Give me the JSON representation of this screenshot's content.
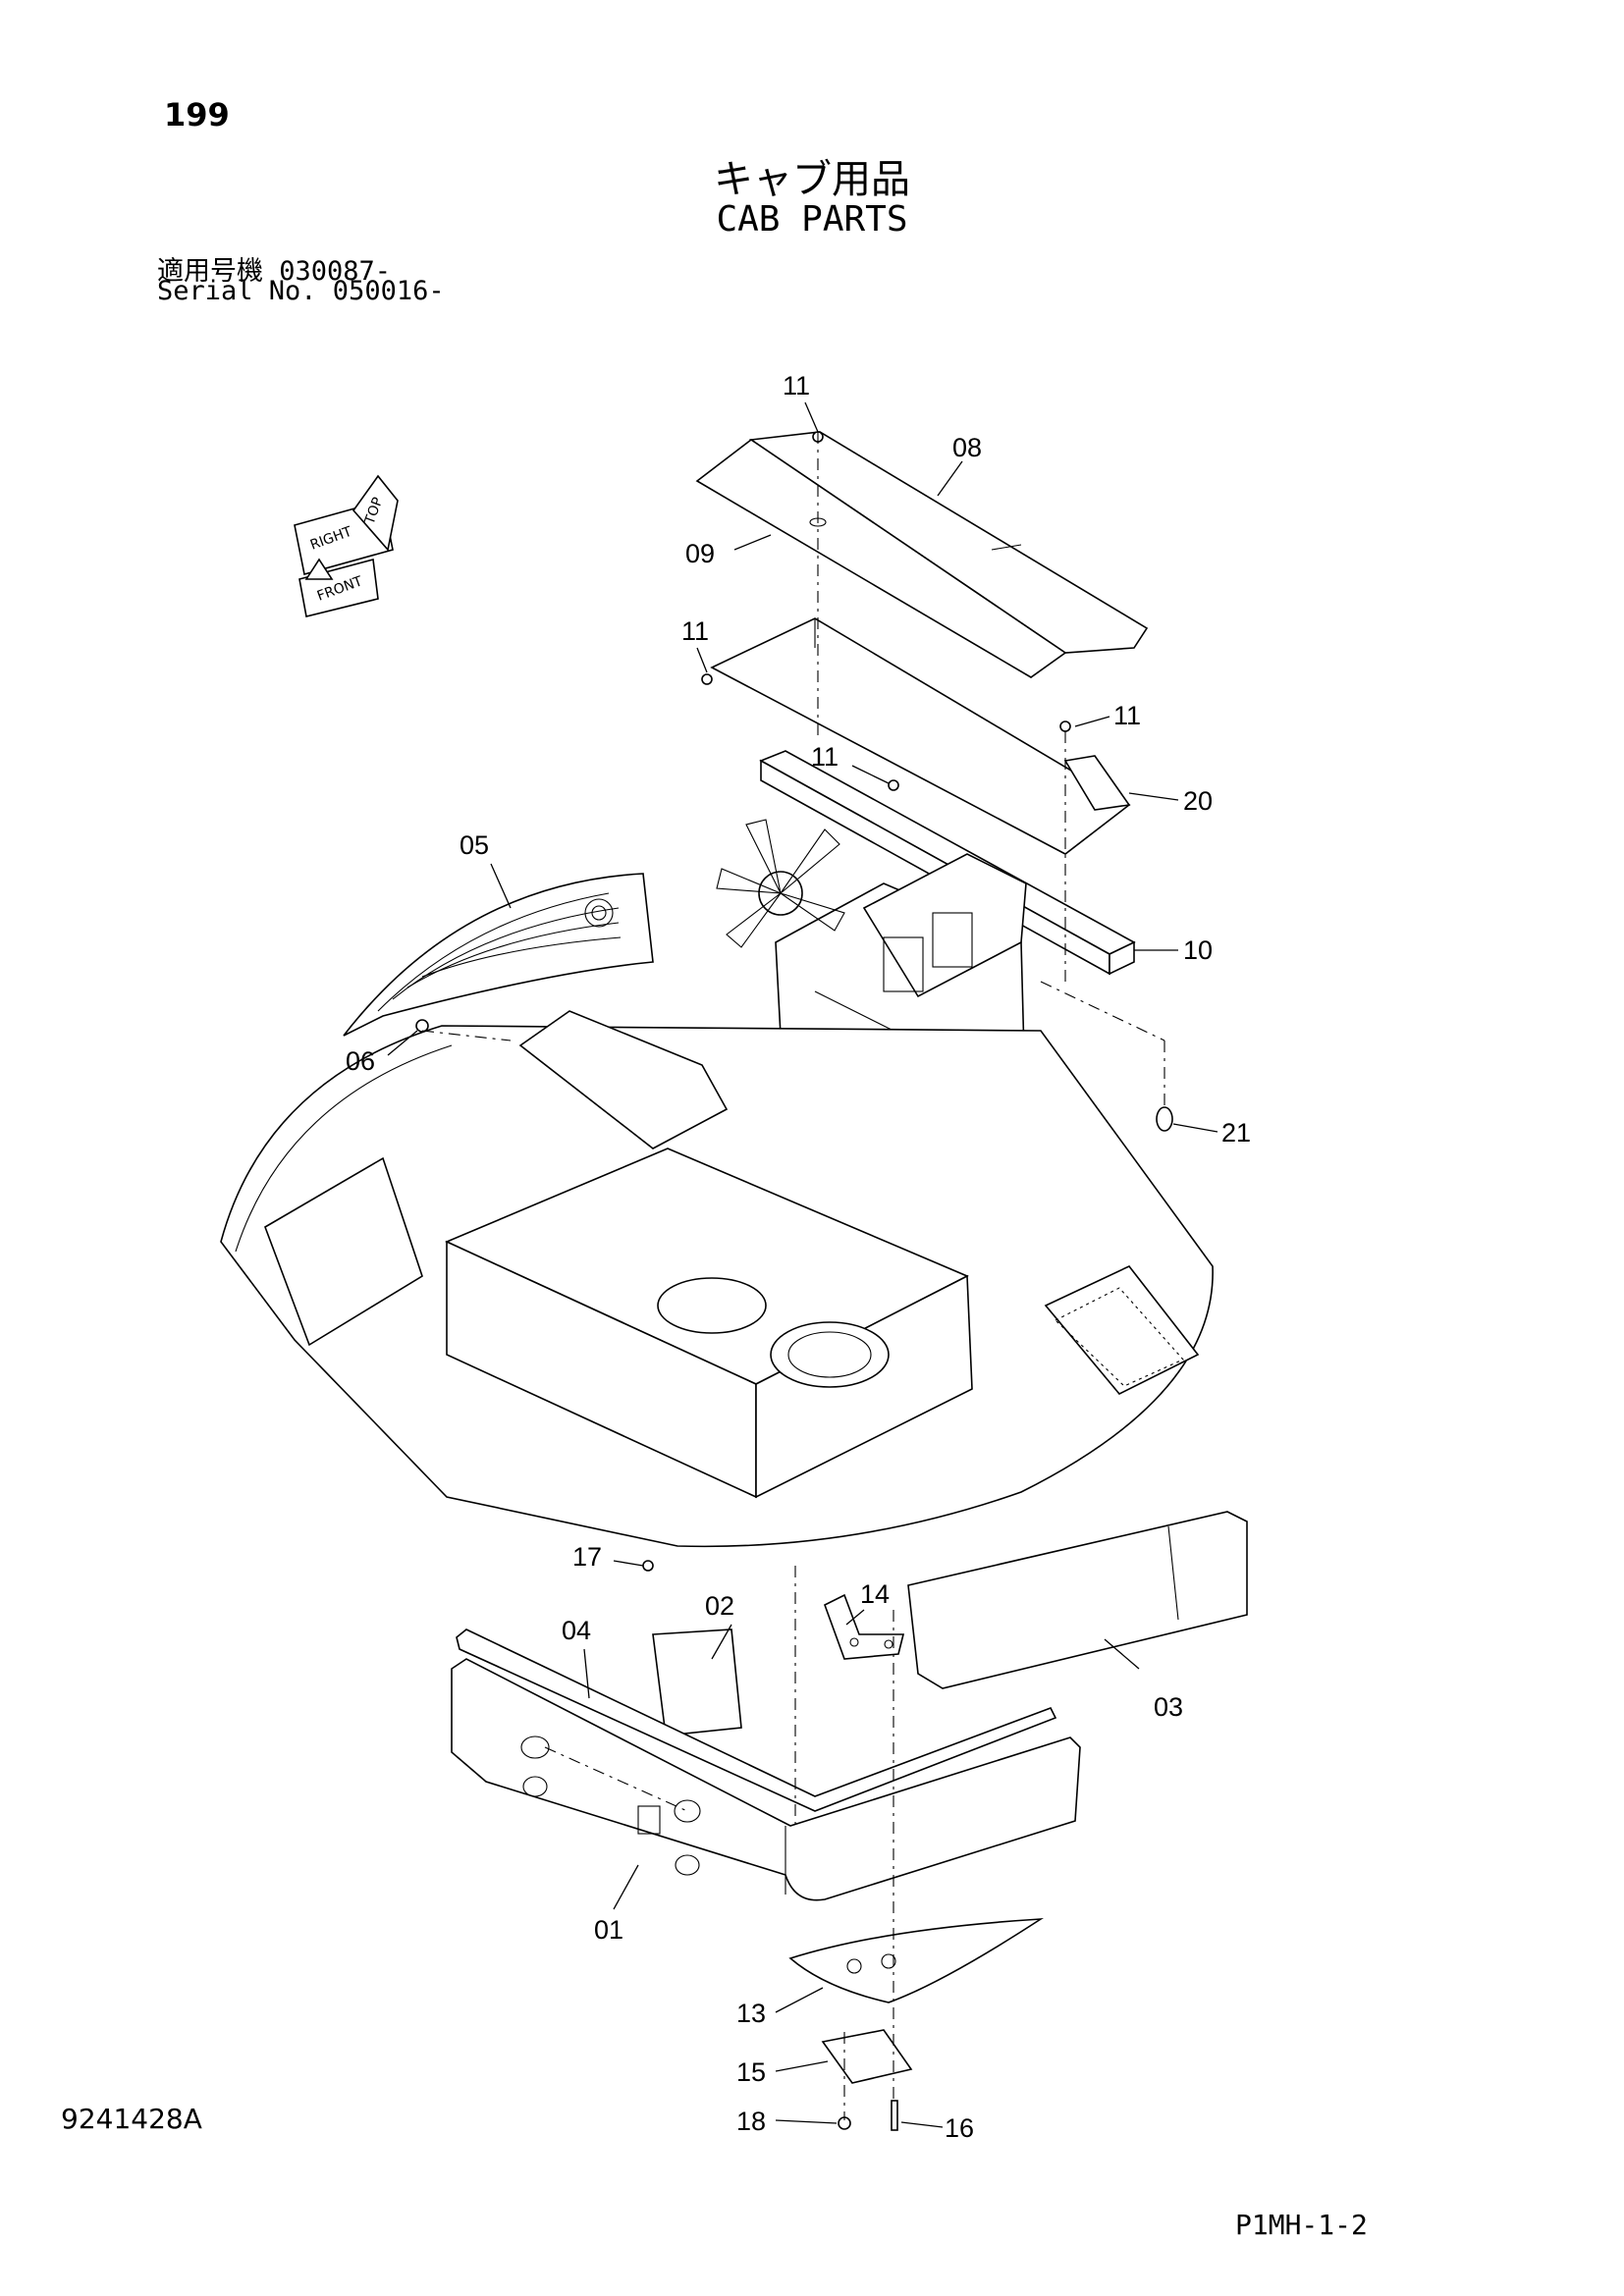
{
  "header": {
    "page_number": "199",
    "title_ja": "キャブ用品",
    "title_en": "CAB PARTS",
    "serial_ja": "適用号機  030087-",
    "serial_en": "Serial No. 050016-"
  },
  "footer": {
    "drawing_number": "9241428A",
    "sheet_code": "P1MH-1-2"
  },
  "diagram": {
    "direction_labels": [
      "TOP",
      "FRONT",
      "RIGHT"
    ],
    "callouts": {
      "c11a": "11",
      "c08": "08",
      "c09": "09",
      "c11b": "11",
      "c11c": "11",
      "c11d": "11",
      "c20": "20",
      "c05": "05",
      "c10": "10",
      "c06": "06",
      "c21": "21",
      "c17": "17",
      "c02": "02",
      "c14": "14",
      "c04": "04",
      "c03": "03",
      "c01": "01",
      "c13": "13",
      "c15": "15",
      "c18": "18",
      "c16": "16"
    }
  }
}
